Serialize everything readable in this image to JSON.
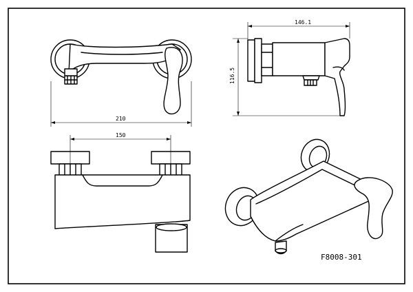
{
  "drawing": {
    "model": "F8008-301",
    "dimensions": {
      "top_width": "210",
      "front_width": "150",
      "side_width": "146.1",
      "side_height": "116.5"
    }
  }
}
